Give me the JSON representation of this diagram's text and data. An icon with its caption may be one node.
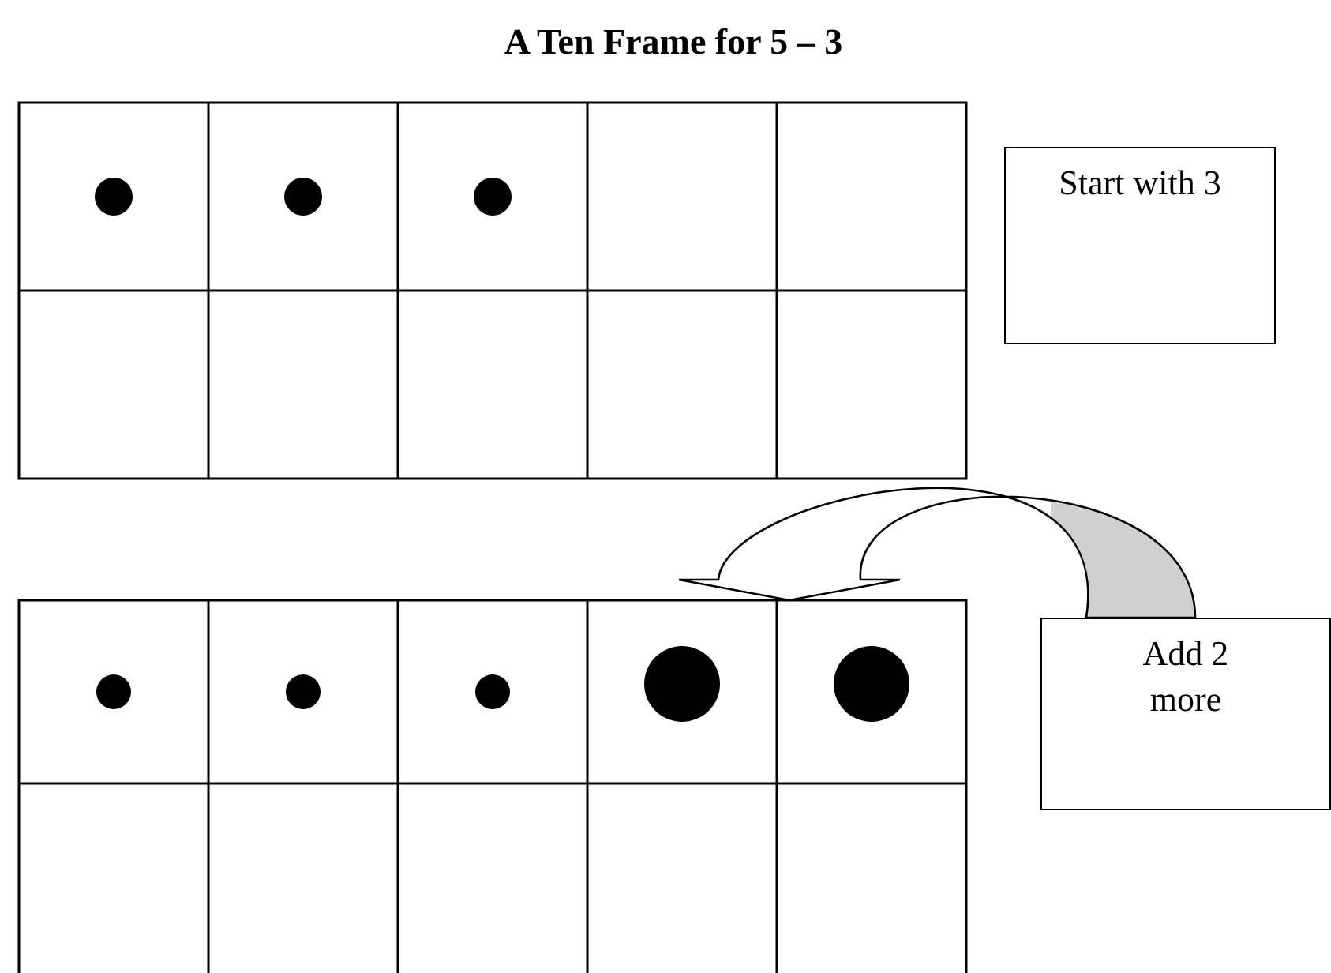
{
  "diagram": {
    "title": "A Ten Frame for 5 – 3",
    "nodes": [
      {
        "text": [
          "Start with 3"
        ]
      },
      {
        "text": [
          "Add 2 more"
        ]
      },
      {
        "text": [],
        "shape": "box"
      }
    ],
    "edges": [
      {
        "from": 1,
        "to": 2,
        "arrow": "to"
      }
    ]
  }
}
